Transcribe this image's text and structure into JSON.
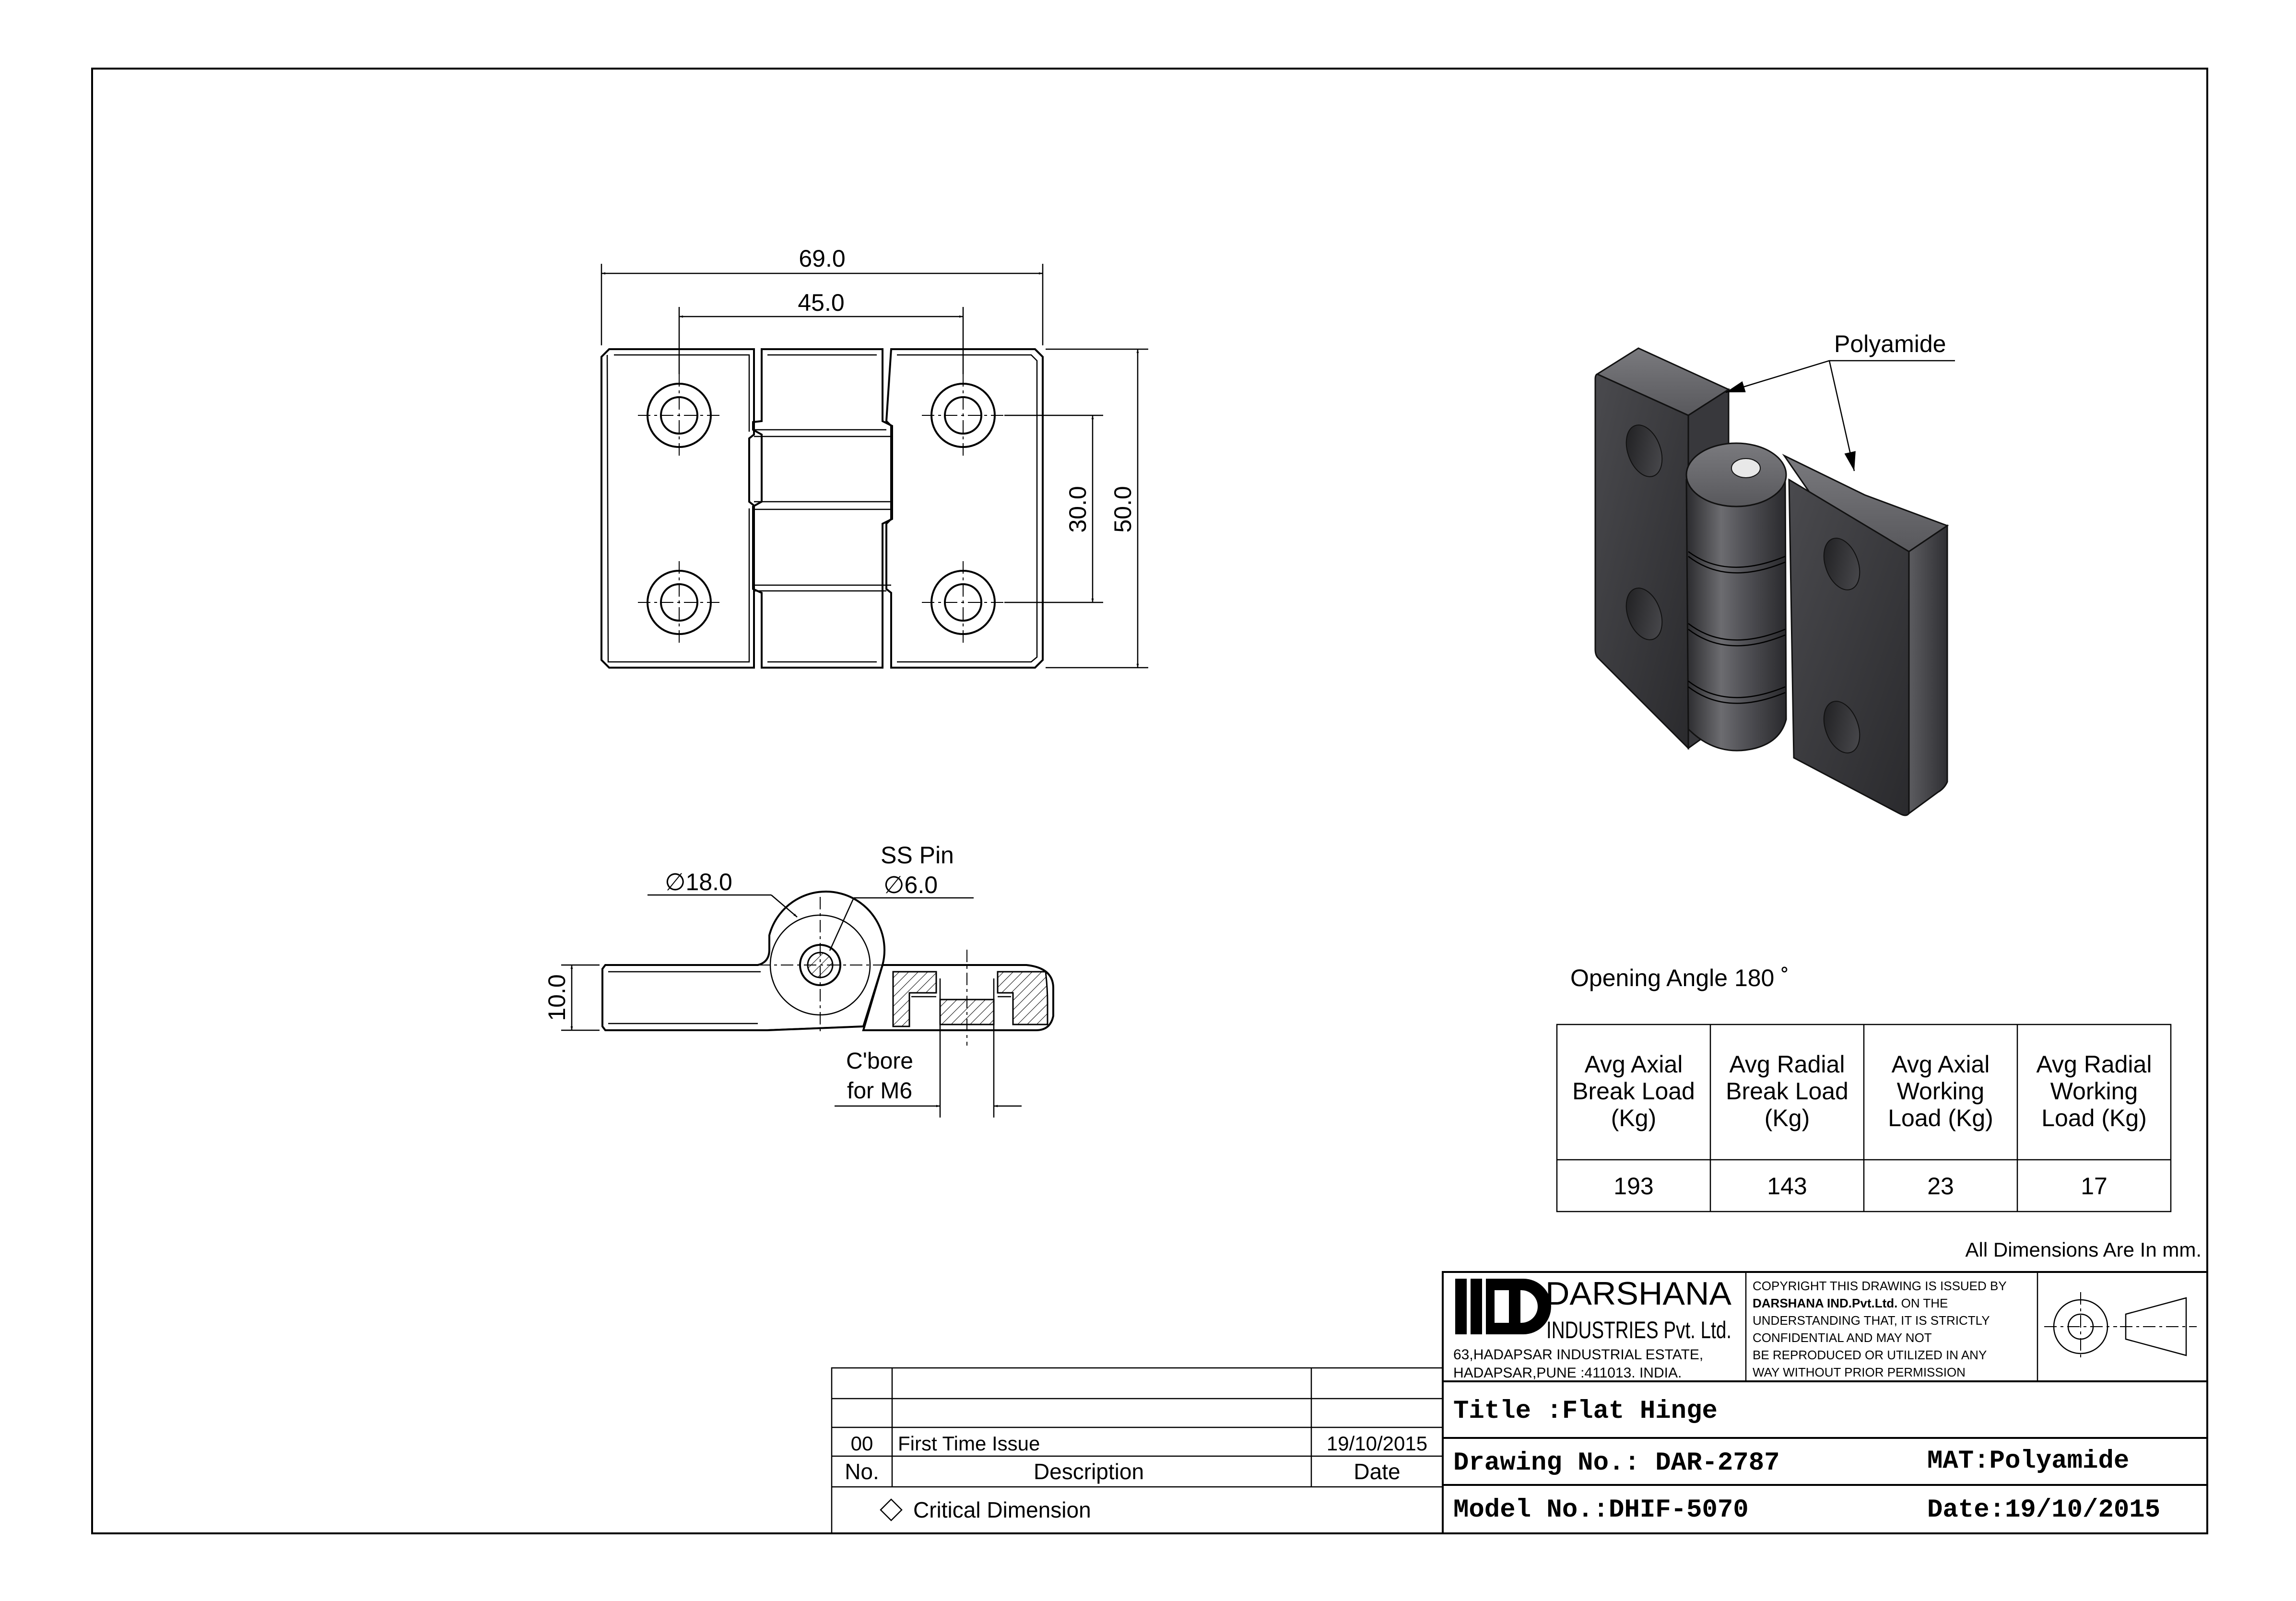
{
  "dimensions": {
    "overall_width": "69.0",
    "hole_pitch_x": "45.0",
    "hole_pitch_y": "30.0",
    "overall_height": "50.0",
    "knuckle_dia": "∅18.0",
    "pin_label": "SS Pin",
    "pin_dia": "∅6.0",
    "thickness": "10.0",
    "cbore_line1": "C'bore",
    "cbore_line2": "for M6"
  },
  "iso_view": {
    "material_callout": "Polyamide"
  },
  "opening_angle": "Opening Angle 180 ˚",
  "load_table": {
    "headers": [
      [
        "Avg Axial",
        "Break Load",
        "(Kg)"
      ],
      [
        "Avg Radial",
        "Break Load",
        "(Kg)"
      ],
      [
        "Avg Axial",
        "Working",
        "Load (Kg)"
      ],
      [
        "Avg Radial",
        "Working",
        "Load (Kg)"
      ]
    ],
    "values": [
      "193",
      "143",
      "23",
      "17"
    ]
  },
  "units_note": "All Dimensions Are In mm.",
  "company": {
    "name": "DARSHANA",
    "sub": "INDUSTRIES Pvt. Ltd.",
    "address1": "63,HADAPSAR INDUSTRIAL ESTATE,",
    "address2": "HADAPSAR,PUNE :411013. INDIA."
  },
  "copyright": {
    "line1": "COPYRIGHT THIS DRAWING IS ISSUED BY",
    "line2_bold": "DARSHANA IND.Pvt.Ltd.",
    "line2_rest": " ON THE",
    "line3": "UNDERSTANDING THAT, IT IS STRICTLY",
    "line4": "CONFIDENTIAL AND MAY NOT",
    "line5": "BE REPRODUCED OR UTILIZED IN ANY",
    "line6": "WAY WITHOUT PRIOR PERMISSION"
  },
  "title_block": {
    "title": "Title :Flat Hinge",
    "drawing_no": "Drawing No.: DAR-2787",
    "material": "MAT:Polyamide",
    "model_no": "Model No.:DHIF-5070",
    "date": "Date:19/10/2015"
  },
  "revision_table": {
    "rows": [
      {
        "no": "00",
        "description": "First Time Issue",
        "date": "19/10/2015"
      }
    ],
    "header": {
      "no": "No.",
      "description": "Description",
      "date": "Date"
    },
    "legend": "Critical Dimension"
  }
}
